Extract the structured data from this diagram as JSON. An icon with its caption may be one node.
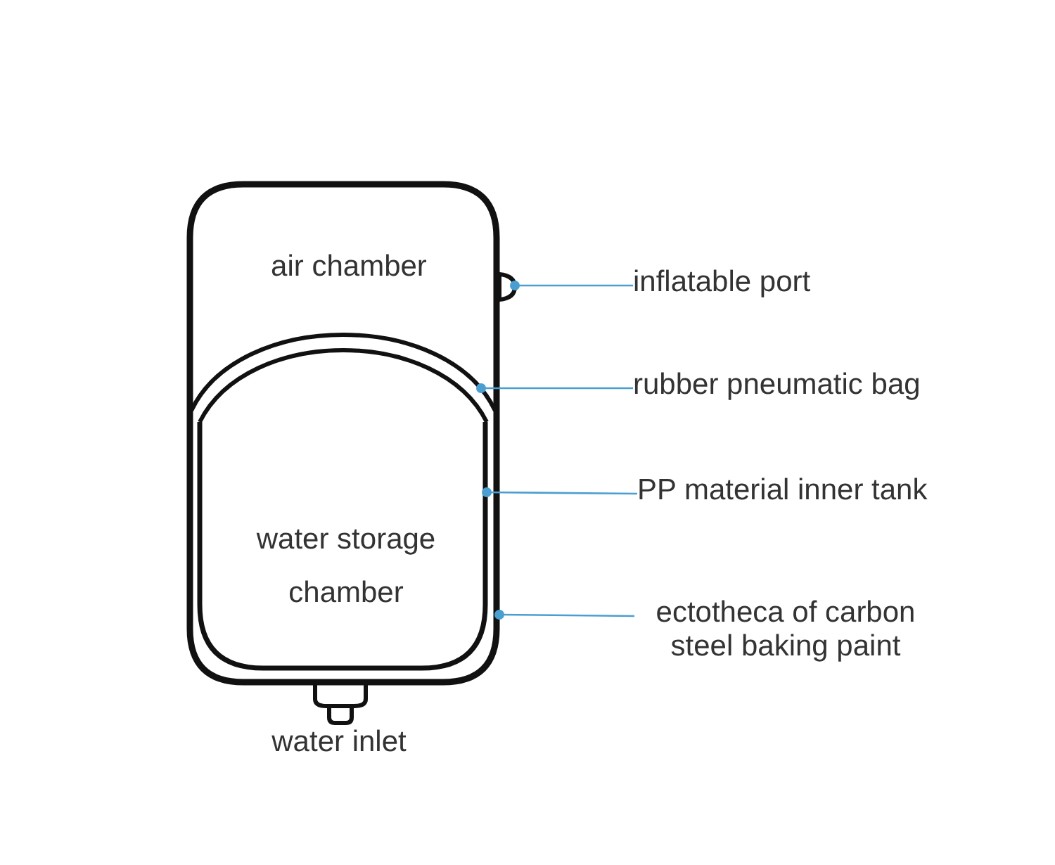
{
  "diagram": {
    "nodes": [
      {
        "text": [],
        "shape": "box"
      },
      {
        "text": [],
        "shape": "box"
      },
      {
        "text": [],
        "shape": "arc",
        "in": 0
      },
      {
        "text": [],
        "shape": "box",
        "in": 0
      },
      {
        "text": [
          "inflatable port"
        ]
      },
      {
        "text": [
          "rubber pneumatic bag"
        ]
      },
      {
        "text": [
          "PP material inner tank"
        ]
      },
      {
        "text": [
          "ectotheca of carbon steel baking paint"
        ]
      }
    ],
    "edges": [
      {
        "from": 4,
        "to": 1,
        "arrow": "other"
      },
      {
        "from": 5,
        "to": 2,
        "arrow": "other"
      },
      {
        "from": 6,
        "to": 3,
        "arrow": "other"
      },
      {
        "from": 7,
        "to": 0,
        "arrow": "other"
      }
    ],
    "labels": [
      "air chamber",
      "water storage chamber",
      "water inlet"
    ]
  }
}
